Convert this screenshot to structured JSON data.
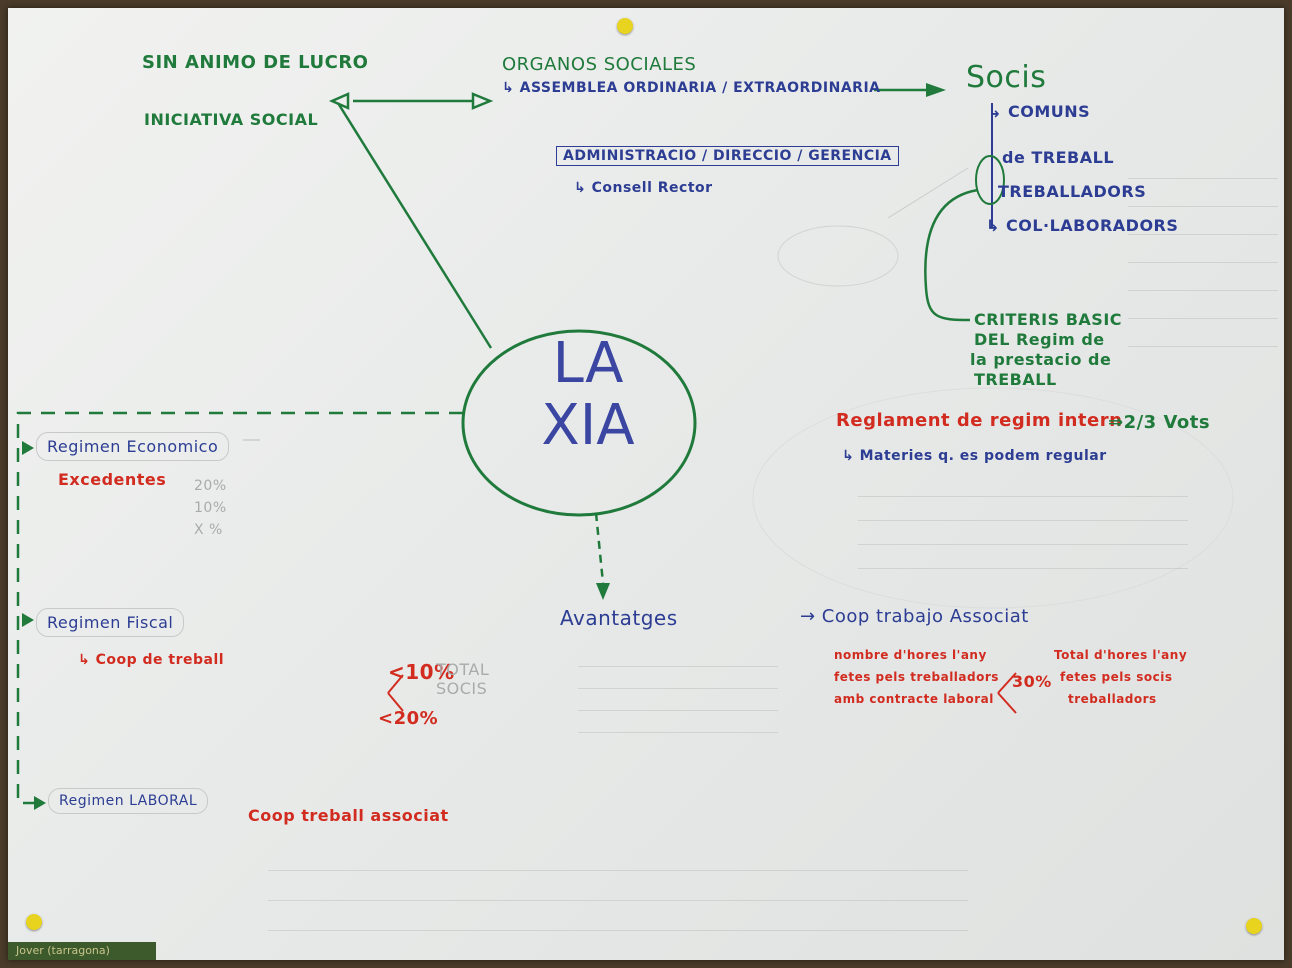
{
  "center": {
    "line1": "LA",
    "line2": "XIA"
  },
  "top_left": {
    "title": "SIN ANIMO DE LUCRO",
    "subtitle": "INICIATIVA SOCIAL"
  },
  "organos": {
    "title": "ORGANOS SOCIALES",
    "assemblea": "↳ ASSEMBLEA ORDINARIA / EXTRAORDINARIA",
    "administracio": "ADMINISTRACIO / DIRECCIO / GERENCIA",
    "consell": "↳ Consell Rector"
  },
  "socis": {
    "title": "Socis",
    "comuns": "↳ COMUNS",
    "de_treball": "de TREBALL",
    "treballadors": "TREBALLADORS",
    "collaboradors": "↳ COL·LABORADORS"
  },
  "criteris": {
    "line1": "CRITERIS BASIC",
    "line2": "DEL Regim de",
    "line3": "la prestacio de",
    "line4": "TREBALL"
  },
  "reglament": {
    "title": "Reglament de regim intern",
    "votes": "⇒2/3 Vots",
    "materies": "↳ Materies q. es podem regular"
  },
  "regimen_economico": {
    "title": "Regimen Economico",
    "excedentes": "Excedentes",
    "pct20": "20%",
    "pct10": "10%",
    "pctx": "X %"
  },
  "regimen_fiscal": {
    "title": "Regimen Fiscal",
    "coop_de_treball": "↳ Coop de treball",
    "lt10": "<10%",
    "total_socis": "TOTAL SOCIS",
    "lt20": "<20%"
  },
  "regimen_laboral": {
    "title": "Regimen LABORAL",
    "coop_treball": "Coop treball associat"
  },
  "avantatges": {
    "title": "Avantatges"
  },
  "coop_trabajo": {
    "title": "→ Coop trabajo Associat",
    "left1": "nombre d'hores l'any",
    "left2": "fetes pels treballadors",
    "left3": "amb contracte laboral",
    "pct": "30%",
    "right1": "Total d'hores l'any",
    "right2": "fetes pels socis",
    "right3": "treballadors"
  },
  "footer": {
    "strip": "Jover (tarragona)"
  },
  "colors": {
    "green": "#1f7a3b",
    "blue": "#2c3d93",
    "red": "#d22b1f",
    "pin": "#e8d41f"
  }
}
